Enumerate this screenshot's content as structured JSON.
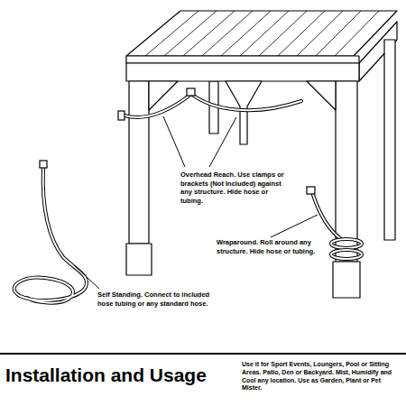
{
  "diagram": {
    "title": "Installation and Usage",
    "caption": "Use it for Sport Events, Loungers, Pool or Sitting Areas.  Patio, Den or Backyard. Mist, Humidify and Cool any location.  Use as Garden, Plant or Pet Mister.",
    "labels": [
      "Overhead Reach. Use clamps or brackets (Not Included) against any structure.  Hide hose or tubing.",
      "Wraparound. Roll around any structure. Hide hose or tubing.",
      "Self Standing. Connect to included hose tubing or any standard hose."
    ]
  }
}
